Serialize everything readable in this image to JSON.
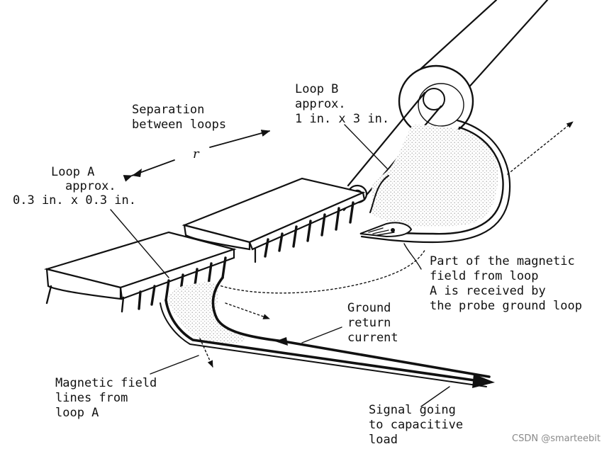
{
  "labels": {
    "separation": [
      "Separation",
      "between loops"
    ],
    "r_symbol": "r",
    "loop_b": [
      "Loop B",
      "approx.",
      "1 in. x 3 in."
    ],
    "loop_a": [
      "Loop A",
      "approx.",
      "0.3 in. x 0.3 in."
    ],
    "received": [
      "Part of the magnetic",
      "field from loop",
      "A is received by",
      "the probe ground loop"
    ],
    "ground_return": [
      "Ground",
      "return",
      "current"
    ],
    "field_lines": [
      "Magnetic field",
      "lines from",
      "loop A"
    ],
    "signal": [
      "Signal going",
      "to capacitive",
      "load"
    ]
  },
  "watermark": "CSDN @smarteebit",
  "colors": {
    "ink": "#111111",
    "stipple": "#cfcfcf",
    "background": "#ffffff"
  }
}
